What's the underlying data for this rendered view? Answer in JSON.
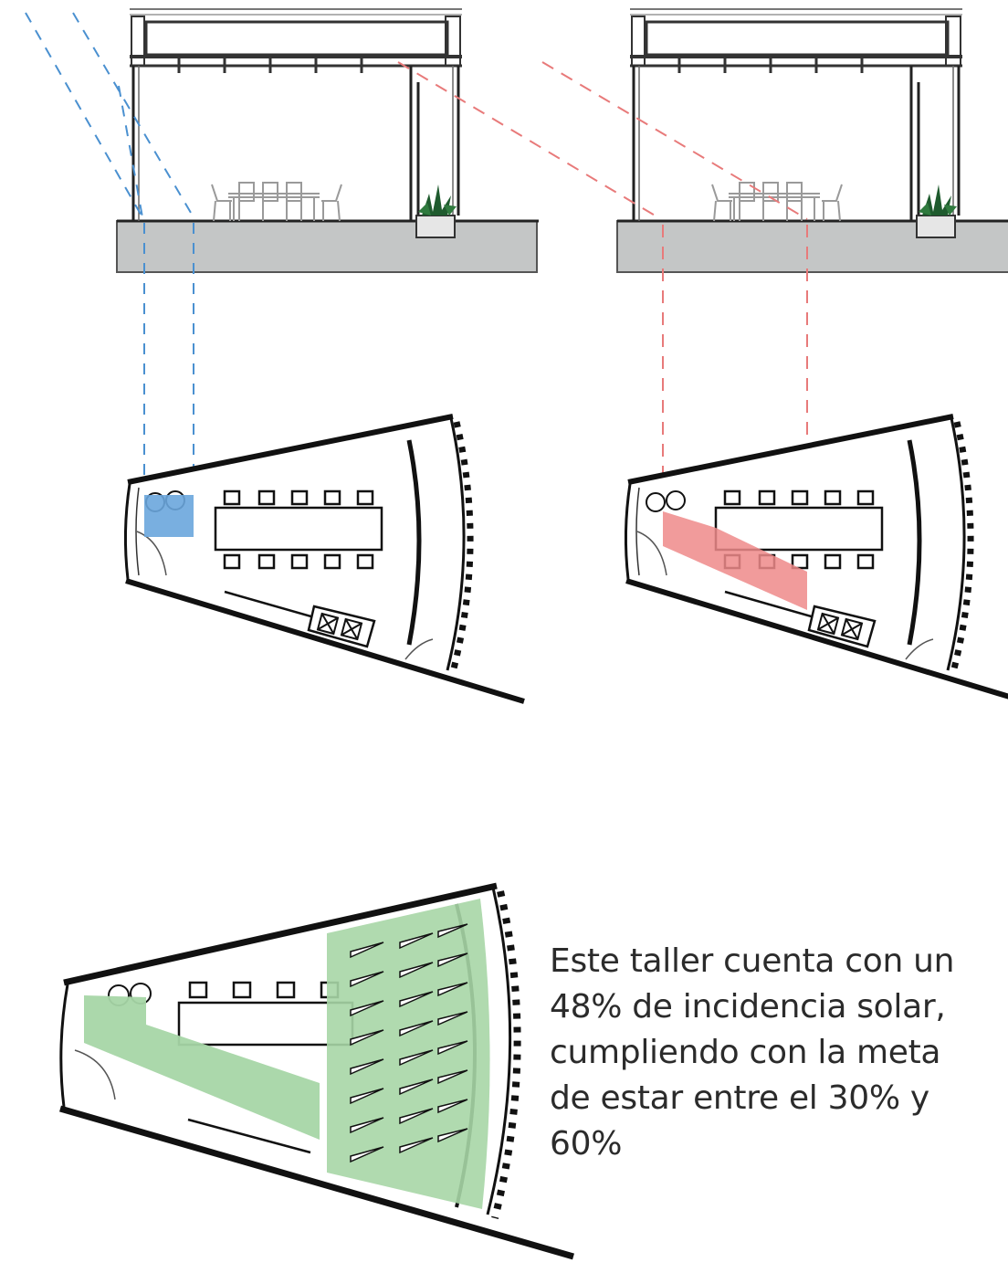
{
  "caption_lines": [
    "Este taller cuenta con un",
    "48% de incidencia solar,",
    "cumpliendo con la meta",
    "de estar entre el 30% y",
    "60%"
  ],
  "colors": {
    "ray_blue": "#4a90d0",
    "ray_red": "#e87a7a",
    "fill_blue": "#6aa6dd",
    "fill_red": "#ef8a8a",
    "fill_green": "#a7d6a6",
    "ground": "#c4c6c6",
    "plant": "#1f5b2e",
    "wall": "#1a1a1a"
  }
}
